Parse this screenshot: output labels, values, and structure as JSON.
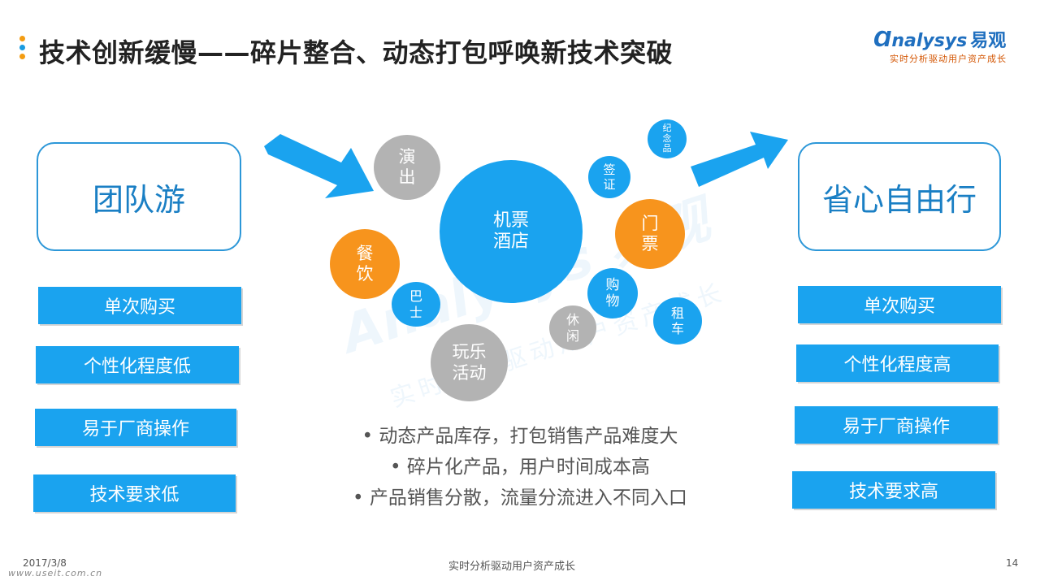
{
  "header": {
    "title": "技术创新缓慢——碎片整合、动态打包呼唤新技术突破",
    "dot_colors": [
      "#f39c12",
      "#1a9be0",
      "#f39c12"
    ]
  },
  "logo": {
    "brand_latin": "nalysys",
    "brand_cn": "易观",
    "tagline": "实时分析驱动用户资产成长"
  },
  "left": {
    "main_label": "团队游",
    "bars": [
      "单次购买",
      "个性化程度低",
      "易于厂商操作",
      "技术要求低"
    ]
  },
  "right": {
    "main_label": "省心自由行",
    "bars": [
      "单次购买",
      "个性化程度高",
      "易于厂商操作",
      "技术要求高"
    ]
  },
  "bubbles": {
    "center": [
      "机票",
      "酒店"
    ],
    "performance": [
      "演",
      "出"
    ],
    "dining": [
      "餐",
      "饮"
    ],
    "bus": [
      "巴",
      "士"
    ],
    "activities": [
      "玩乐",
      "活动"
    ],
    "leisure": [
      "休",
      "闲"
    ],
    "shopping": [
      "购",
      "物"
    ],
    "rental": [
      "租",
      "车"
    ],
    "tickets": [
      "门",
      "票"
    ],
    "visa": [
      "签",
      "证"
    ],
    "souvenir": [
      "纪",
      "念",
      "品"
    ]
  },
  "bullets": [
    "• 动态产品库存，打包销售产品难度大",
    "• 碎片化产品，用户时间成本高",
    "• 产品销售分散，流量分流进入不同入口"
  ],
  "watermark": {
    "brand": "Analysys 易观",
    "tagline": "实时分析驱动用户资产成长"
  },
  "footer": {
    "date": "2017/3/8",
    "center_text": "实时分析驱动用户资产成长",
    "page_number": "14",
    "site": "www.useit.com.cn"
  },
  "colors": {
    "blue_bar": "#1aa3ef",
    "box_border": "#2c97d8",
    "big_bubble": "#1aa3ef",
    "orange": "#f7941d",
    "gray": "#b3b3b3",
    "arrow": "#1aa3ef"
  }
}
